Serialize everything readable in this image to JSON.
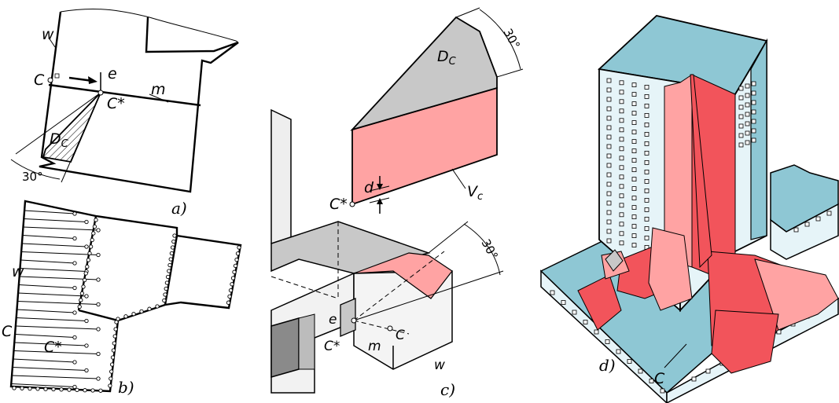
{
  "panel_a": {
    "caption": "a)",
    "label_w": "w",
    "label_c": "C",
    "label_e": "e",
    "label_cstar": "C*",
    "label_m": "m",
    "label_dc": "D",
    "label_dc_sub": "C",
    "angle": "30°"
  },
  "panel_b": {
    "caption": "b)",
    "label_w": "w",
    "label_c": "C",
    "label_cstar": "C*"
  },
  "panel_c": {
    "caption": "c)",
    "label_dc": "D",
    "label_dc_sub": "C",
    "label_vc": "V",
    "label_vc_sub": "c",
    "label_d": "d",
    "label_cstar_top": "C*",
    "label_e": "e",
    "label_cstar": "C*",
    "label_m": "m",
    "label_c": "C",
    "label_w": "w",
    "angle_top": "30°",
    "angle_mid": "30°"
  },
  "panel_d": {
    "caption": "d)",
    "label_c": "C"
  },
  "colors": {
    "pink": "#ffa3a3",
    "red": "#f2545b",
    "blue": "#8ec7d4",
    "grey": "#c8c8c8",
    "lightblue": "#e6f4f8"
  }
}
